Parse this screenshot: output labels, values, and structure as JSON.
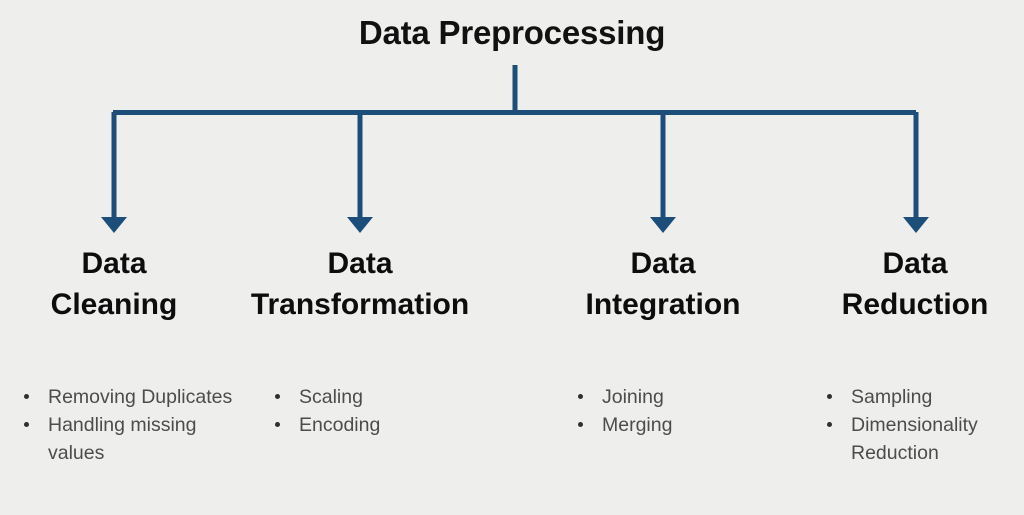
{
  "diagram": {
    "title": "Data Preprocessing",
    "type": "tree-hierarchy",
    "background_color": "#eeeeec",
    "connector_color": "#1d4e79",
    "title_color": "#111111",
    "heading_color": "#0d0d0d",
    "bullet_text_color": "#4c4c4c",
    "branches": [
      {
        "heading_line1": "Data",
        "heading_line2": "Cleaning",
        "items": [
          "Removing Duplicates",
          "Handling missing values"
        ]
      },
      {
        "heading_line1": "Data",
        "heading_line2": "Transformation",
        "items": [
          "Scaling",
          "Encoding"
        ]
      },
      {
        "heading_line1": "Data",
        "heading_line2": "Integration",
        "items": [
          "Joining",
          "Merging"
        ]
      },
      {
        "heading_line1": "Data",
        "heading_line2": "Reduction",
        "items": [
          "Sampling",
          "Dimensionality Reduction"
        ]
      }
    ]
  }
}
